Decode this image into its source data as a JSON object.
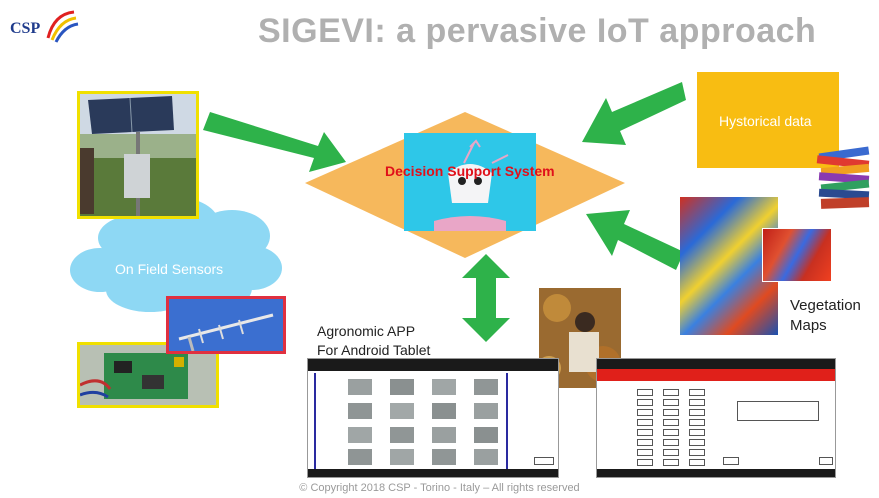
{
  "logo": {
    "text": "CSP"
  },
  "title": "SIGEVI: a pervasive IoT approach",
  "center": {
    "label": "Decision Support System"
  },
  "left": {
    "cloud_label": "On Field Sensors"
  },
  "right_top": {
    "label": "Hystorical data"
  },
  "right_bottom": {
    "label": "Vegetation\nMaps"
  },
  "bottom": {
    "label": "Agronomic APP\nFor Android Tablet"
  },
  "footer": "© Copyright 2018 CSP - Torino - Italy – All rights reserved",
  "colors": {
    "arrow": "#2eb24a",
    "diamond": "#f6b85c",
    "hist_box": "#f8bd12",
    "cloud": "#8ed8f4",
    "dss_box": "#2ec7e8",
    "title": "#b0b0b0"
  }
}
